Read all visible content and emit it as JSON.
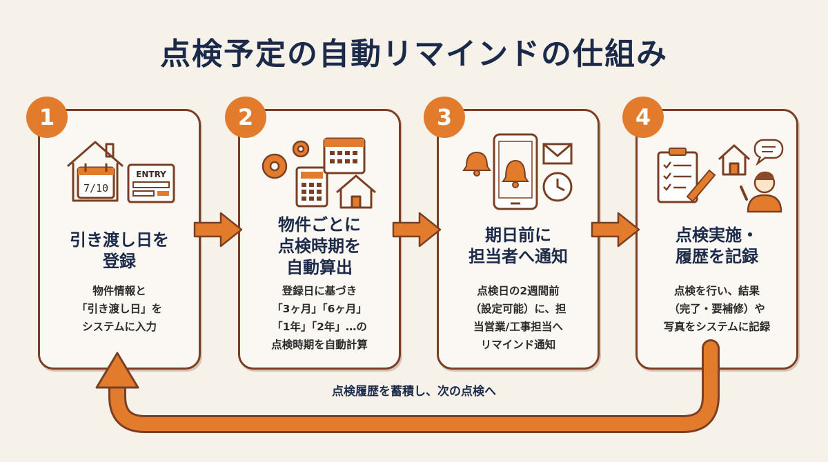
{
  "title": "点検予定の自動リマインドの仕組み",
  "steps": [
    {
      "number": "1",
      "title": "引き渡し日を\n登録",
      "desc": "物件情報と\n「引き渡し日」を\nシステムに入力",
      "icon_texts": {
        "calendar": "7/10",
        "form": "ENTRY"
      }
    },
    {
      "number": "2",
      "title": "物件ごとに\n点検時期を\n自動算出",
      "desc": "登録日に基づき\n「3ヶ月」「6ヶ月」\n「1年」「2年」…の\n点検時期を自動計算"
    },
    {
      "number": "3",
      "title": "期日前に\n担当者へ通知",
      "desc": "点検日の2週間前\n（設定可能）に、担\n当営業/工事担当へ\nリマインド通知"
    },
    {
      "number": "4",
      "title": "点検実施・\n履歴を記録",
      "desc": "点検を行い、結果\n（完了・要補修）や\n写真をシステムに記録"
    }
  ],
  "loop_label": "点検履歴を蓄積し、次の点検へ",
  "colors": {
    "accent": "#e27b2c",
    "border": "#7a3f22",
    "title": "#1c2a4a",
    "background": "#f6f2ea"
  },
  "icons": [
    "house-icon",
    "calendar-icon",
    "form-icon",
    "gear-icon",
    "calculator-icon",
    "smartphone-icon",
    "bell-icon",
    "mail-icon",
    "clock-icon",
    "clipboard-icon",
    "pencil-icon",
    "speech-bubble-icon",
    "person-icon"
  ]
}
